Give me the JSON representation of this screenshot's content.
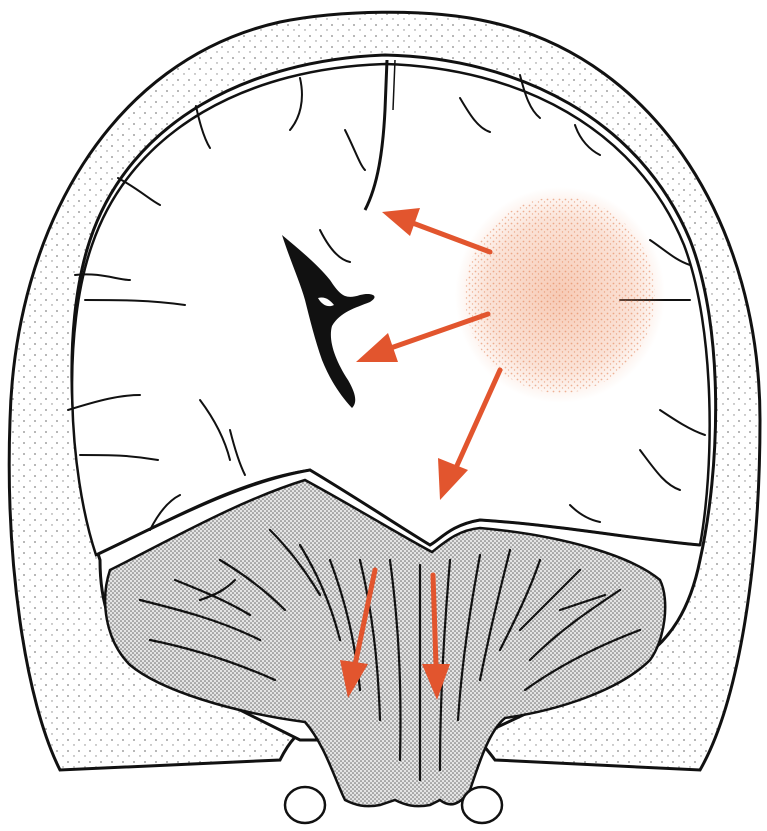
{
  "diagram": {
    "subject": "coronal-section-skull-brain-herniation",
    "colors": {
      "ink": "#111111",
      "paper": "#ffffff",
      "skull_fill": "#f7f6f2",
      "cerebellum_fill": "#c9c9c9",
      "arrow": "#e2552e",
      "mass": "#f0a07a"
    },
    "icons": {
      "arrows": [
        "arrow-subfalcine",
        "arrow-ventricle-shift",
        "arrow-transtentorial",
        "arrow-tonsillar-left",
        "arrow-tonsillar-right"
      ],
      "mass": "expanding-mass-icon"
    }
  }
}
